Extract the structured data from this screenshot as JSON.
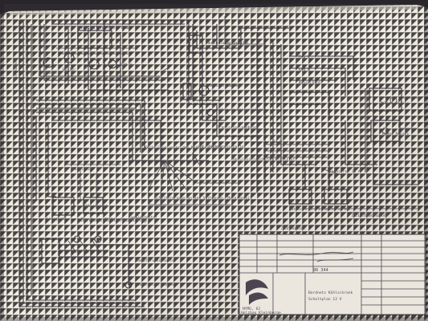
{
  "document": {
    "labels": {
      "verteilung_motorraum": "Verteilung Motorraum",
      "verteilung_dusche": "Verteilung Dusche",
      "wasserpumpe": "Wasserpumpe",
      "geber_wasserspiegel": "Geber am Wasserspiegel",
      "ladeblock": "Transistorladeblock",
      "ladegeraet": "Ladegerät",
      "verteilung_kleiderschrank": "Verteilung unter dem Kleiderschrank",
      "zwei_richtungsschalter": "2-ref. Richtungsschalter",
      "schalter_vorhang": "Schaltergruppe an den Vorhangen, Motorenteil",
      "kugelschalter": "Kugelschalter",
      "dampfdruck": "Dampfdruckschalter",
      "kuehlerdruck": "Kühlerdruck Kühler",
      "abfuellschlauch": "Abfüllschlauch für Kraftstoff",
      "boiler": "Boiler",
      "wasserhahn": "Wasserhahn",
      "pumpe": "Pumpe",
      "reg_l": "Reg L",
      "reg_r": "Reg R",
      "watt_label": "220 W",
      "kuehlschrank": "Kühlschrank",
      "spannung": "12 V",
      "kabel": "Kabel 12",
      "ladestrom": "Ladestrom 15 A",
      "batterie_1": "Batterie Nr. 1",
      "batterie_2": "Batterie Nr. 2",
      "hand_1": "Bordnetz Kühlschrank Vlsg",
      "hand_2": "Leuchtschalter",
      "hand_3": "Steckdose",
      "right_1": "Klima Relais",
      "right_2": "Pumpe Relais",
      "left_vert": "Steckdose"
    },
    "title_block": {
      "company": "NYMG, 62",
      "address": "Holzbau Kleinberge",
      "sheet": "96 344",
      "desc": "Bordnetz Kühlschrank",
      "sub": "Schaltplan 12 V"
    }
  }
}
